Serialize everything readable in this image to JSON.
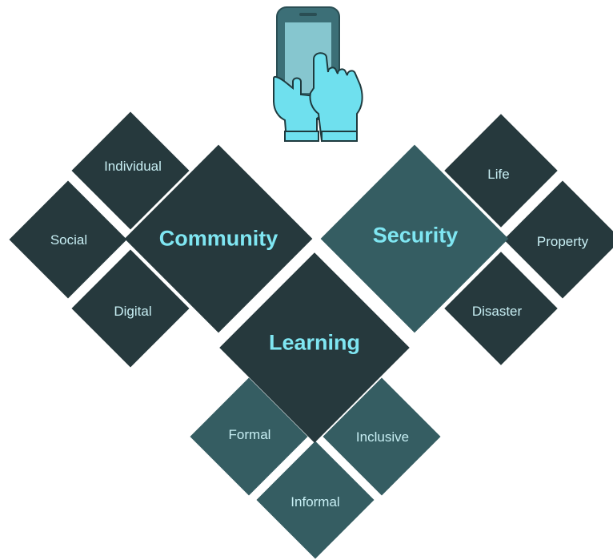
{
  "colors": {
    "dark": "#26393d",
    "medium": "#355d62",
    "accent_text": "#7fe6f2",
    "small_text": "#c7eef3",
    "phone_body": "#3c6f77",
    "phone_screen": "#86c6cf",
    "hand": "#6fe0ee"
  },
  "icon": "touchscreen-phone-icon",
  "groups": {
    "community": {
      "title": "Community",
      "items": [
        "Individual",
        "Social",
        "Digital"
      ]
    },
    "security": {
      "title": "Security",
      "items": [
        "Life",
        "Property",
        "Disaster"
      ]
    },
    "learning": {
      "title": "Learning",
      "items": [
        "Formal",
        "Inclusive",
        "Informal"
      ]
    }
  }
}
